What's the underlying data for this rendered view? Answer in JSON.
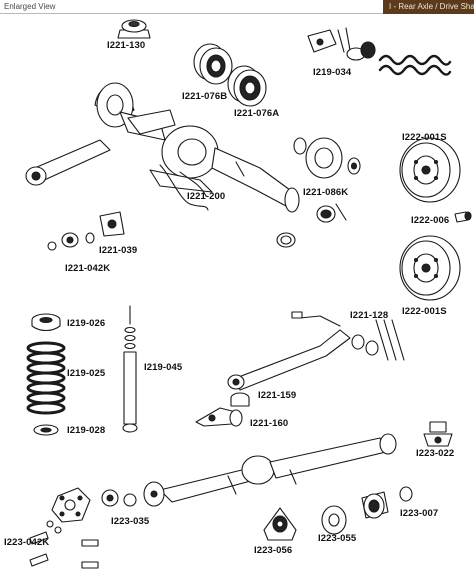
{
  "header": {
    "left_label": "Enlarged View",
    "section_tab": "I - Rear Axle / Drive Shaft"
  },
  "parts": [
    {
      "id": "I221-130"
    },
    {
      "id": "I221-076B"
    },
    {
      "id": "I221-076A"
    },
    {
      "id": "I219-034"
    },
    {
      "id": "I222-001S"
    },
    {
      "id": "I221-086K"
    },
    {
      "id": "I221-200"
    },
    {
      "id": "I222-006"
    },
    {
      "id": "I221-039"
    },
    {
      "id": "I221-042K"
    },
    {
      "id": "I222-001S"
    },
    {
      "id": "I219-026"
    },
    {
      "id": "I219-045"
    },
    {
      "id": "I219-025"
    },
    {
      "id": "I219-028"
    },
    {
      "id": "I221-128"
    },
    {
      "id": "I221-159"
    },
    {
      "id": "I221-160"
    },
    {
      "id": "I223-022"
    },
    {
      "id": "I223-035"
    },
    {
      "id": "I223-007"
    },
    {
      "id": "I223-042K"
    },
    {
      "id": "I223-056"
    },
    {
      "id": "I223-055"
    }
  ],
  "colors": {
    "tab_background": "#5b3a1e",
    "tab_text": "#f3e6c8",
    "line": "#1a1a1a"
  }
}
